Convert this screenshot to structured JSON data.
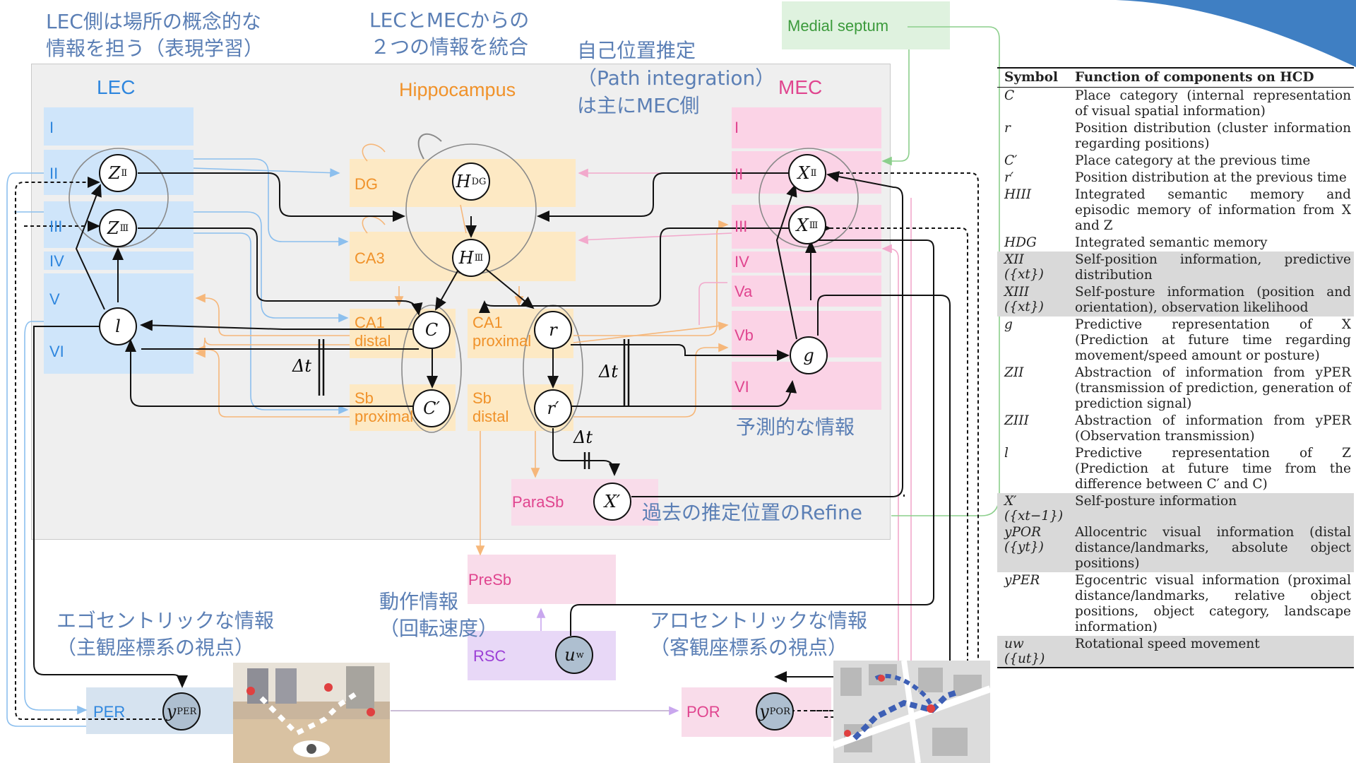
{
  "annotations": {
    "lec_concept": [
      "LEC側は場所の概念的な",
      "情報を担う（表現学習）"
    ],
    "integrate": [
      "LECとMECからの",
      "２つの情報を統合"
    ],
    "path_integration": [
      "自己位置推定",
      "（Path integration）",
      "は主にMEC側"
    ],
    "predictive": "予測的な情報",
    "refine": "過去の推定位置のRefine",
    "motion": [
      "動作情報",
      "（回転速度）"
    ],
    "egocentric": [
      "エゴセントリックな情報",
      "（主観座標系の視点）"
    ],
    "allocentric": [
      "アロセントリックな情報",
      "（客観座標系の視点）"
    ]
  },
  "regions": {
    "lec": "LEC",
    "hippocampus": "Hippocampus",
    "mec": "MEC",
    "medial_septum": "Medial septum",
    "lec_layers": [
      "I",
      "II",
      "III",
      "IV",
      "V",
      "VI"
    ],
    "mec_layers": [
      "I",
      "II",
      "III",
      "IV",
      "Va",
      "Vb",
      "VI"
    ],
    "dg": "DG",
    "ca3": "CA3",
    "ca1_distal": [
      "CA1",
      "distal"
    ],
    "ca1_proximal": [
      "CA1",
      "proximal"
    ],
    "sb_proximal": [
      "Sb",
      "proximal"
    ],
    "sb_distal": [
      "Sb",
      "distal"
    ],
    "parasb": "ParaSb",
    "presb": "PreSb",
    "rsc": "RSC",
    "per": "PER",
    "por": "POR"
  },
  "nodes": {
    "z2": {
      "sym": "Z",
      "sup": "Ⅱ"
    },
    "z3": {
      "sym": "Z",
      "sup": "Ⅲ"
    },
    "l": {
      "sym": "l",
      "sup": ""
    },
    "hdg": {
      "sym": "H",
      "sup": "DG"
    },
    "h3": {
      "sym": "H",
      "sup": "Ⅲ"
    },
    "c": {
      "sym": "C",
      "sup": ""
    },
    "cp": {
      "sym": "C′",
      "sup": ""
    },
    "r": {
      "sym": "r",
      "sup": ""
    },
    "rp": {
      "sym": "r′",
      "sup": ""
    },
    "x2": {
      "sym": "X",
      "sup": "Ⅱ"
    },
    "x3": {
      "sym": "X",
      "sup": "Ⅲ"
    },
    "g": {
      "sym": "g",
      "sup": ""
    },
    "xp": {
      "sym": "X′",
      "sup": ""
    },
    "uw": {
      "sym": "u",
      "sup": "w"
    },
    "yper": {
      "sym": "y",
      "sup": "PER"
    },
    "ypor": {
      "sym": "y",
      "sup": "POR"
    }
  },
  "delta_t": "Δt",
  "colors": {
    "lec": "#cfe5fa",
    "hippo": "#fde9c4",
    "mec": "#fbd3e6",
    "presb": "#f9dcea",
    "rsc": "#e8d8f7",
    "per": "#d6e3f0",
    "septum": "#dff2df",
    "panel": "#efefef",
    "blue_text": "#2e86de",
    "orange_text": "#f0922a",
    "pink_text": "#e0458f",
    "green_text": "#3b9a3b"
  },
  "table": {
    "header": [
      "Symbol",
      "Function of components on HCD"
    ],
    "rows": [
      {
        "symbol": "C",
        "desc": "Place category (internal representation of visual spatial information)",
        "shade": false
      },
      {
        "symbol": "r",
        "desc": "Position distribution (cluster information regarding positions)",
        "shade": false
      },
      {
        "symbol": "C′",
        "desc": "Place category at the previous time",
        "shade": false
      },
      {
        "symbol": "r′",
        "desc": "Position distribution at the previous time",
        "shade": false
      },
      {
        "symbol": "HIII",
        "desc": "Integrated semantic memory and episodic memory of information from X and Z",
        "shade": false
      },
      {
        "symbol": "HDG",
        "desc": "Integrated semantic memory",
        "shade": false
      },
      {
        "symbol": "XII\n({xt})",
        "desc": "Self-position information, predictive distribution",
        "shade": true
      },
      {
        "symbol": "XIII\n({xt})",
        "desc": "Self-posture information (position and orientation), observation likelihood",
        "shade": true
      },
      {
        "symbol": "g",
        "desc": "Predictive representation of X (Prediction at future time regarding movement/speed amount or posture)",
        "shade": false
      },
      {
        "symbol": "ZII",
        "desc": "Abstraction of information from yPER (transmission of prediction, generation of prediction signal)",
        "shade": false
      },
      {
        "symbol": "ZIII",
        "desc": "Abstraction of information from yPER (Observation transmission)",
        "shade": false
      },
      {
        "symbol": "l",
        "desc": "Predictive representation of Z (Prediction at future time from the difference between C′ and C)",
        "shade": false
      },
      {
        "symbol": "X′\n({xt−1})",
        "desc": "Self-posture information",
        "shade": true
      },
      {
        "symbol": "yPOR\n({yt})",
        "desc": "Allocentric visual information (distal distance/landmarks, absolute object positions)",
        "shade": true
      },
      {
        "symbol": "yPER",
        "desc": "Egocentric visual information (proximal distance/landmarks, relative object positions, object category, landscape information)",
        "shade": false
      },
      {
        "symbol": "uw\n({ut})",
        "desc": "Rotational speed movement",
        "shade": true
      }
    ]
  }
}
